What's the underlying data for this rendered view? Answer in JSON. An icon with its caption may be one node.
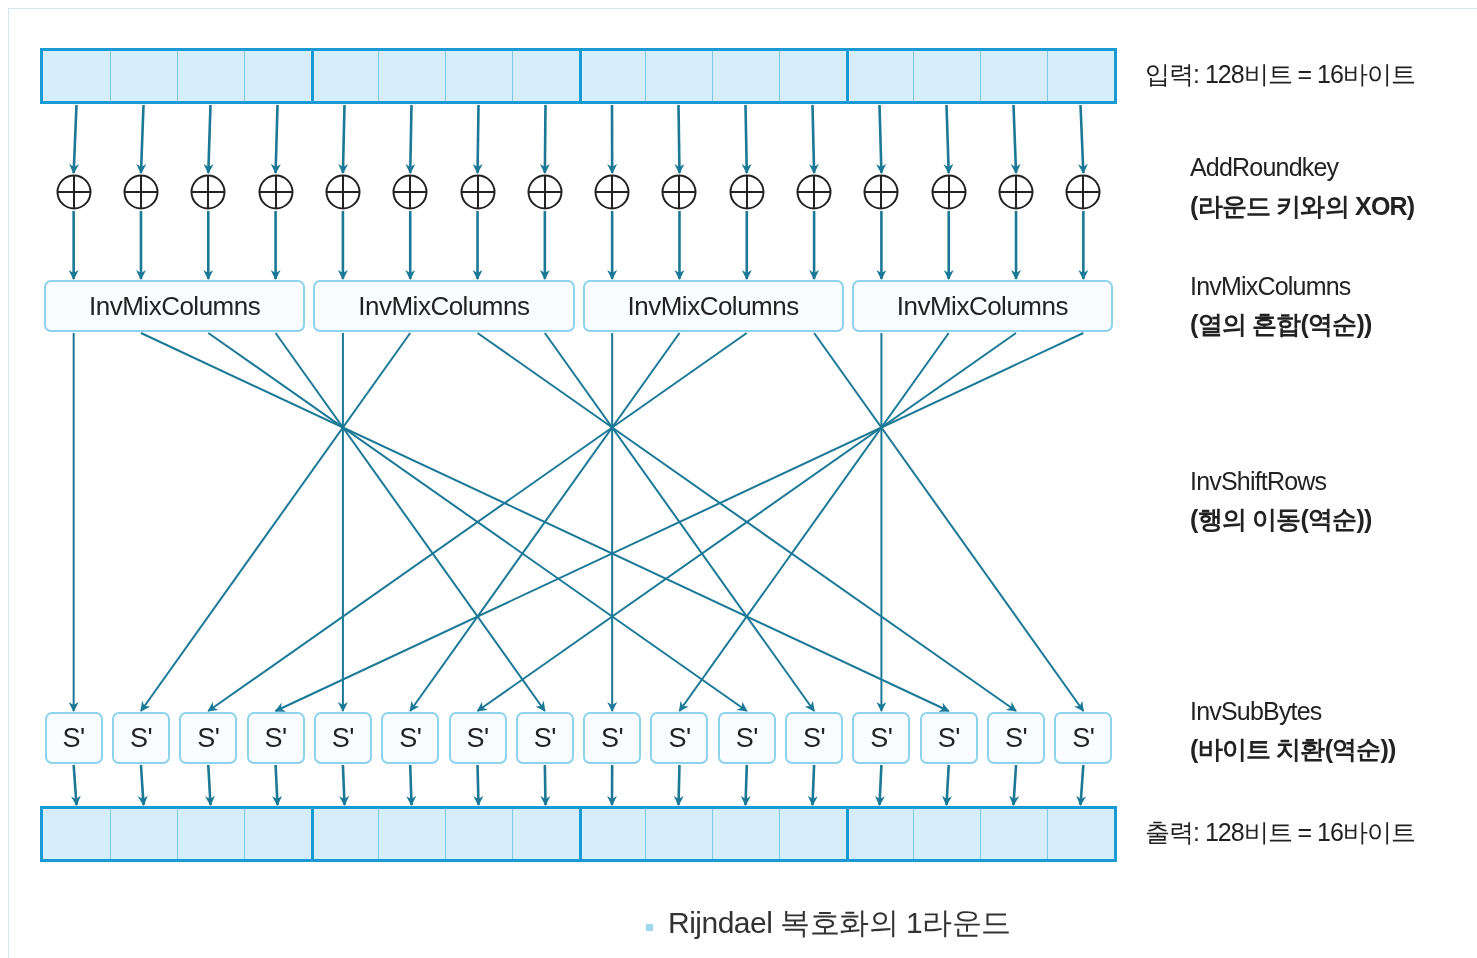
{
  "diagram": {
    "caption": "Rijndael 복호화의 1라운드",
    "nodes": [
      {
        "text": [],
        "shape": "bar",
        "beside": [
          "입력: 128비트 = 16바이트"
        ]
      },
      {
        "text": [],
        "shape": "box",
        "in": 0
      },
      {
        "text": [],
        "shape": "box",
        "in": 0
      },
      {
        "text": [],
        "shape": "box",
        "in": 0
      },
      {
        "text": [],
        "shape": "box",
        "in": 0
      },
      {
        "text": [],
        "shape": "box",
        "in": 0
      },
      {
        "text": [],
        "shape": "box",
        "in": 0
      },
      {
        "text": [],
        "shape": "box",
        "in": 0
      },
      {
        "text": [],
        "shape": "box",
        "in": 0
      },
      {
        "text": [],
        "shape": "box",
        "in": 0
      },
      {
        "text": [],
        "shape": "box",
        "in": 0
      },
      {
        "text": [],
        "shape": "box",
        "in": 0
      },
      {
        "text": [],
        "shape": "box",
        "in": 0
      },
      {
        "text": [],
        "shape": "box",
        "in": 0
      },
      {
        "text": [],
        "shape": "box",
        "in": 0
      },
      {
        "text": [],
        "shape": "box",
        "in": 0
      },
      {
        "text": [],
        "shape": "box",
        "in": 0
      },
      {
        "text": [],
        "shape": "circle"
      },
      {
        "text": [],
        "shape": "circle"
      },
      {
        "text": [],
        "shape": "circle"
      },
      {
        "text": [],
        "shape": "circle"
      },
      {
        "text": [],
        "shape": "circle"
      },
      {
        "text": [],
        "shape": "circle"
      },
      {
        "text": [],
        "shape": "circle"
      },
      {
        "text": [],
        "shape": "circle"
      },
      {
        "text": [],
        "shape": "circle"
      },
      {
        "text": [],
        "shape": "circle"
      },
      {
        "text": [],
        "shape": "circle"
      },
      {
        "text": [],
        "shape": "circle"
      },
      {
        "text": [],
        "shape": "circle"
      },
      {
        "text": [],
        "shape": "circle"
      },
      {
        "text": [],
        "shape": "circle"
      },
      {
        "text": [],
        "shape": "circle"
      },
      {
        "text": [
          "InvMixColumns"
        ]
      },
      {
        "text": [
          "InvMixColumns"
        ]
      },
      {
        "text": [
          "InvMixColumns"
        ]
      },
      {
        "text": [
          "InvMixColumns"
        ]
      },
      {
        "text": [
          "S'"
        ]
      },
      {
        "text": [
          "S'"
        ]
      },
      {
        "text": [
          "S'"
        ]
      },
      {
        "text": [
          "S'"
        ]
      },
      {
        "text": [
          "S'"
        ]
      },
      {
        "text": [
          "S'"
        ]
      },
      {
        "text": [
          "S'"
        ]
      },
      {
        "text": [
          "S'"
        ]
      },
      {
        "text": [
          "S'"
        ]
      },
      {
        "text": [
          "S'"
        ]
      },
      {
        "text": [
          "S'"
        ]
      },
      {
        "text": [
          "S'"
        ]
      },
      {
        "text": [
          "S'"
        ]
      },
      {
        "text": [
          "S'"
        ]
      },
      {
        "text": [
          "S'"
        ]
      },
      {
        "text": [
          "S'"
        ]
      },
      {
        "text": [],
        "shape": "bar",
        "beside": [
          "출력: 128비트 = 16바이트"
        ]
      },
      {
        "text": [],
        "shape": "box",
        "in": 53
      },
      {
        "text": [],
        "shape": "box",
        "in": 53
      },
      {
        "text": [],
        "shape": "box",
        "in": 53
      },
      {
        "text": [],
        "shape": "box",
        "in": 53
      },
      {
        "text": [],
        "shape": "box",
        "in": 53
      },
      {
        "text": [],
        "shape": "box",
        "in": 53
      },
      {
        "text": [],
        "shape": "box",
        "in": 53
      },
      {
        "text": [],
        "shape": "box",
        "in": 53
      },
      {
        "text": [],
        "shape": "box",
        "in": 53
      },
      {
        "text": [],
        "shape": "box",
        "in": 53
      },
      {
        "text": [],
        "shape": "box",
        "in": 53
      },
      {
        "text": [],
        "shape": "box",
        "in": 53
      },
      {
        "text": [],
        "shape": "box",
        "in": 53
      },
      {
        "text": [],
        "shape": "box",
        "in": 53
      },
      {
        "text": [],
        "shape": "box",
        "in": 53
      },
      {
        "text": [],
        "shape": "box",
        "in": 53
      }
    ],
    "edges": [
      {
        "from": 1,
        "to": 17,
        "arrow": "to"
      },
      {
        "from": 2,
        "to": 18,
        "arrow": "to"
      },
      {
        "from": 3,
        "to": 19,
        "arrow": "to"
      },
      {
        "from": 4,
        "to": 20,
        "arrow": "to"
      },
      {
        "from": 5,
        "to": 21,
        "arrow": "to"
      },
      {
        "from": 6,
        "to": 22,
        "arrow": "to"
      },
      {
        "from": 7,
        "to": 23,
        "arrow": "to"
      },
      {
        "from": 8,
        "to": 24,
        "arrow": "to"
      },
      {
        "from": 9,
        "to": 25,
        "arrow": "to"
      },
      {
        "from": 10,
        "to": 26,
        "arrow": "to"
      },
      {
        "from": 11,
        "to": 27,
        "arrow": "to"
      },
      {
        "from": 12,
        "to": 28,
        "arrow": "to"
      },
      {
        "from": 13,
        "to": 29,
        "arrow": "to"
      },
      {
        "from": 14,
        "to": 30,
        "arrow": "to"
      },
      {
        "from": 15,
        "to": 31,
        "arrow": "to"
      },
      {
        "from": 16,
        "to": 32,
        "arrow": "to"
      },
      {
        "from": 17,
        "to": 33,
        "arrow": "to"
      },
      {
        "from": 18,
        "to": 33,
        "arrow": "to"
      },
      {
        "from": 19,
        "to": 33,
        "arrow": "to"
      },
      {
        "from": 20,
        "to": 33,
        "arrow": "to"
      },
      {
        "from": 21,
        "to": 34,
        "arrow": "to"
      },
      {
        "from": 22,
        "to": 34,
        "arrow": "to"
      },
      {
        "from": 23,
        "to": 34,
        "arrow": "to"
      },
      {
        "from": 24,
        "to": 34,
        "arrow": "to"
      },
      {
        "from": 25,
        "to": 35,
        "arrow": "to"
      },
      {
        "from": 26,
        "to": 35,
        "arrow": "to"
      },
      {
        "from": 27,
        "to": 35,
        "arrow": "to"
      },
      {
        "from": 28,
        "to": 35,
        "arrow": "to"
      },
      {
        "from": 29,
        "to": 36,
        "arrow": "to"
      },
      {
        "from": 30,
        "to": 36,
        "arrow": "to"
      },
      {
        "from": 31,
        "to": 36,
        "arrow": "to"
      },
      {
        "from": 32,
        "to": 36,
        "arrow": "to"
      },
      {
        "from": 33,
        "to": 37,
        "arrow": "to"
      },
      {
        "from": 33,
        "to": 50,
        "arrow": "to"
      },
      {
        "from": 33,
        "to": 47,
        "arrow": "to"
      },
      {
        "from": 33,
        "to": 44,
        "arrow": "to"
      },
      {
        "from": 34,
        "to": 41,
        "arrow": "to"
      },
      {
        "from": 34,
        "to": 38,
        "arrow": "to"
      },
      {
        "from": 34,
        "to": 51,
        "arrow": "to"
      },
      {
        "from": 34,
        "to": 48,
        "arrow": "to"
      },
      {
        "from": 35,
        "to": 45,
        "arrow": "to"
      },
      {
        "from": 35,
        "to": 42,
        "arrow": "to"
      },
      {
        "from": 35,
        "to": 39,
        "arrow": "to"
      },
      {
        "from": 35,
        "to": 52,
        "arrow": "to"
      },
      {
        "from": 36,
        "to": 49,
        "arrow": "to"
      },
      {
        "from": 36,
        "to": 46,
        "arrow": "to"
      },
      {
        "from": 36,
        "to": 43,
        "arrow": "to"
      },
      {
        "from": 36,
        "to": 40,
        "arrow": "to"
      },
      {
        "from": 37,
        "to": 54,
        "arrow": "to"
      },
      {
        "from": 38,
        "to": 55,
        "arrow": "to"
      },
      {
        "from": 39,
        "to": 56,
        "arrow": "to"
      },
      {
        "from": 40,
        "to": 57,
        "arrow": "to"
      },
      {
        "from": 41,
        "to": 58,
        "arrow": "to"
      },
      {
        "from": 42,
        "to": 59,
        "arrow": "to"
      },
      {
        "from": 43,
        "to": 60,
        "arrow": "to"
      },
      {
        "from": 44,
        "to": 61,
        "arrow": "to"
      },
      {
        "from": 45,
        "to": 62,
        "arrow": "to"
      },
      {
        "from": 46,
        "to": 63,
        "arrow": "to"
      },
      {
        "from": 47,
        "to": 64,
        "arrow": "to"
      },
      {
        "from": 48,
        "to": 65,
        "arrow": "to"
      },
      {
        "from": 49,
        "to": 66,
        "arrow": "to"
      },
      {
        "from": 50,
        "to": 67,
        "arrow": "to"
      },
      {
        "from": 51,
        "to": 68,
        "arrow": "to"
      },
      {
        "from": 52,
        "to": 69,
        "arrow": "to"
      }
    ],
    "labels": [
      "AddRoundkey",
      "(라운드 키와의 XOR)",
      "InvMixColumns",
      "(열의 혼합(역순))",
      "InvShiftRows",
      "(행의 이동(역순))",
      "InvSubBytes",
      "(바이트 치환(역순))"
    ]
  }
}
